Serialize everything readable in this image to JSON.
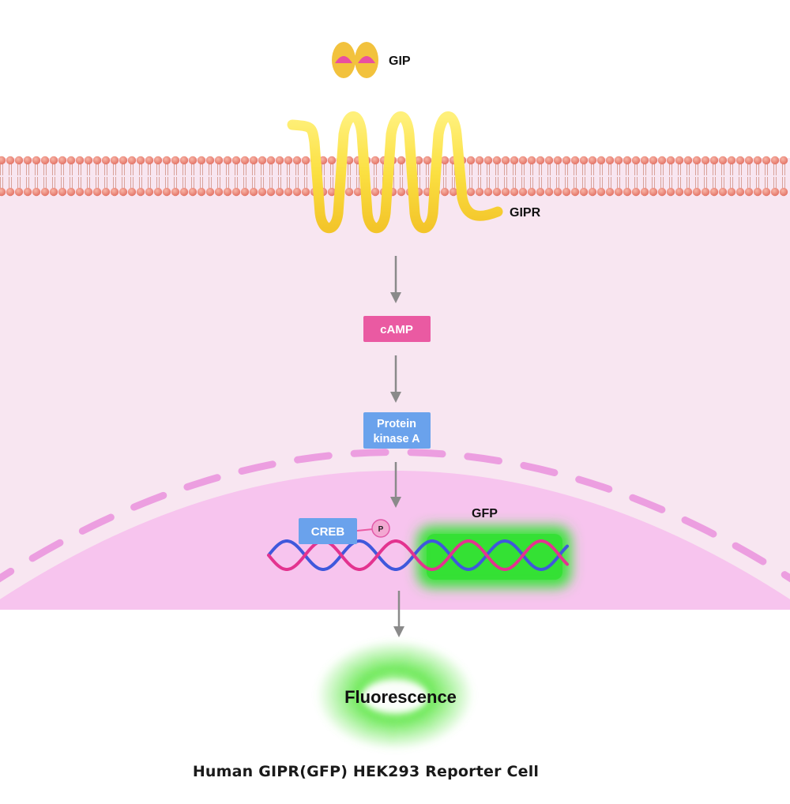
{
  "labels": {
    "ligand": "GIP",
    "receptor": "GIPR",
    "second_messenger": "cAMP",
    "kinase_line1": "Protein",
    "kinase_line2": "kinase A",
    "transcription_factor": "CREB",
    "phosphate": "P",
    "reporter_gene": "GFP",
    "output": "Fluorescence"
  },
  "caption": "Human GIPR(GFP) HEK293 Reporter Cell",
  "colors": {
    "cytoplasm": "#f8e6f1",
    "nucleus": "#f7c4ee",
    "nuclear_envelope": "#ec9ee0",
    "lipid_head": "#ec8a7e",
    "receptor": "#fbe042",
    "ligand": "#f2c23d",
    "camp_box": "#ea5aa2",
    "protein_box": "#6aa2ec",
    "dna_pink": "#e3338f",
    "dna_blue": "#3f58dc",
    "gfp_glow": "#3fe33f",
    "arrow": "#8a8a8a"
  }
}
